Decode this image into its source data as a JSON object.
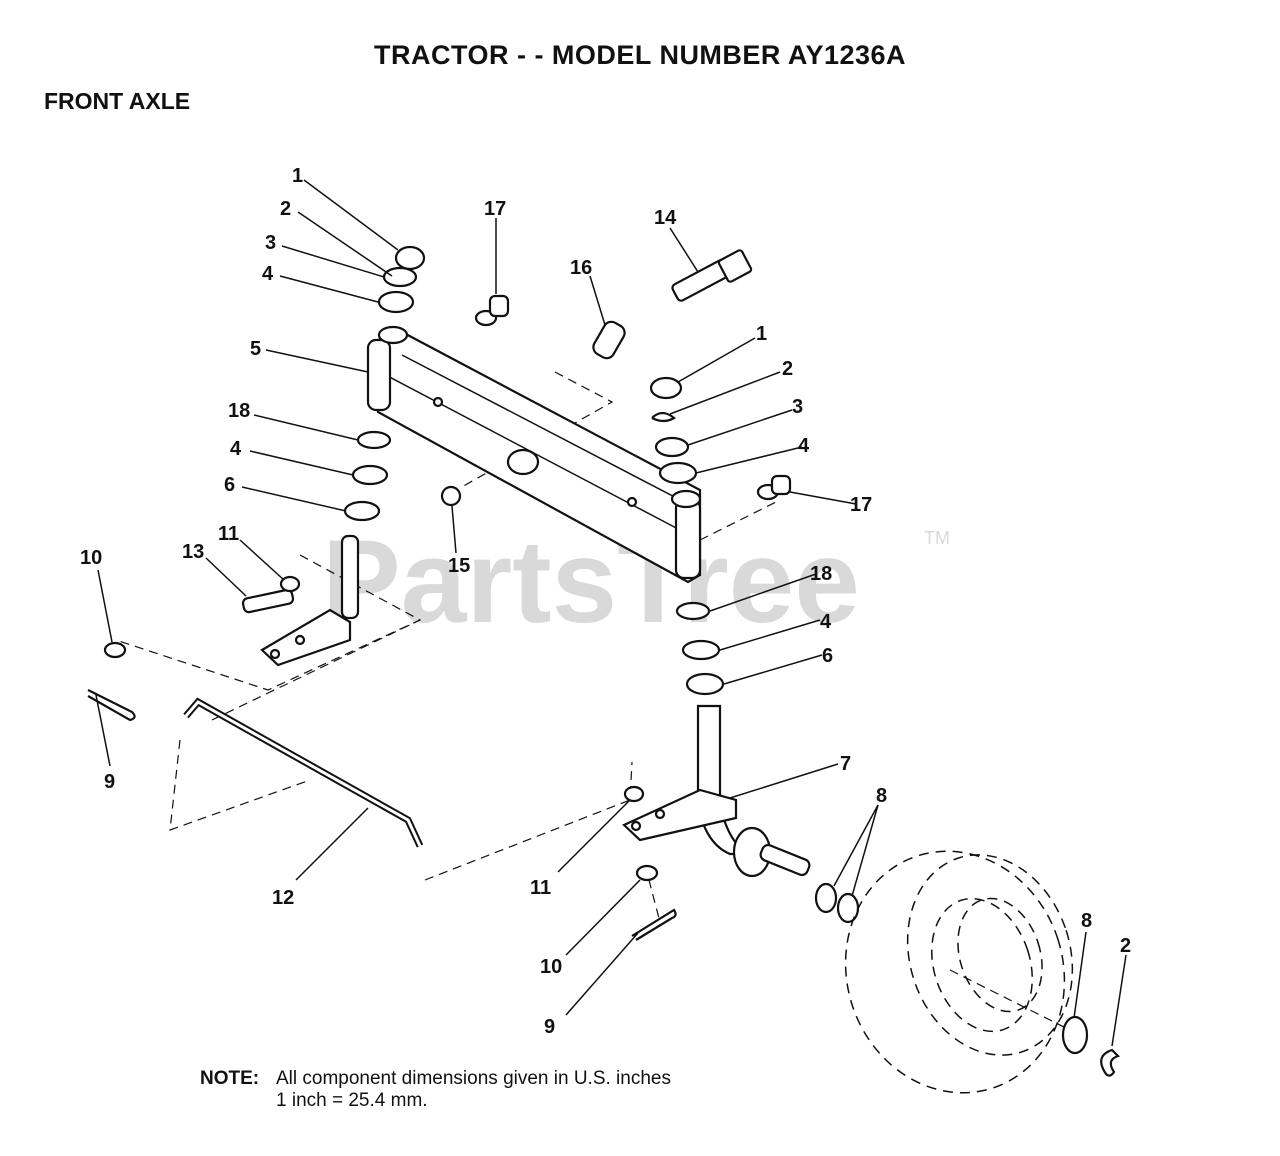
{
  "header": {
    "title": "TRACTOR - - MODEL NUMBER  AY1236A",
    "section": "FRONT AXLE"
  },
  "watermark": {
    "text": "PartsTree",
    "trademark": "TM",
    "color": "#d9d9d9"
  },
  "note": {
    "label": "NOTE:",
    "line1": "All component dimensions given in U.S. inches",
    "line2": "1 inch = 25.4 mm."
  },
  "callouts": {
    "c1a": "1",
    "c2a": "2",
    "c3a": "3",
    "c4a": "4",
    "c5": "5",
    "c17a": "17",
    "c16": "16",
    "c14": "14",
    "c1b": "1",
    "c2b": "2",
    "c3b": "3",
    "c4b": "4",
    "c17b": "17",
    "c18a": "18",
    "c4c": "4",
    "c6a": "6",
    "c15": "15",
    "c10a": "10",
    "c11a": "11",
    "c13": "13",
    "c9a": "9",
    "c18b": "18",
    "c4d": "4",
    "c6b": "6",
    "c7": "7",
    "c8a": "8",
    "c12": "12",
    "c11b": "11",
    "c10b": "10",
    "c9b": "9",
    "c8b": "8",
    "c2c": "2"
  }
}
